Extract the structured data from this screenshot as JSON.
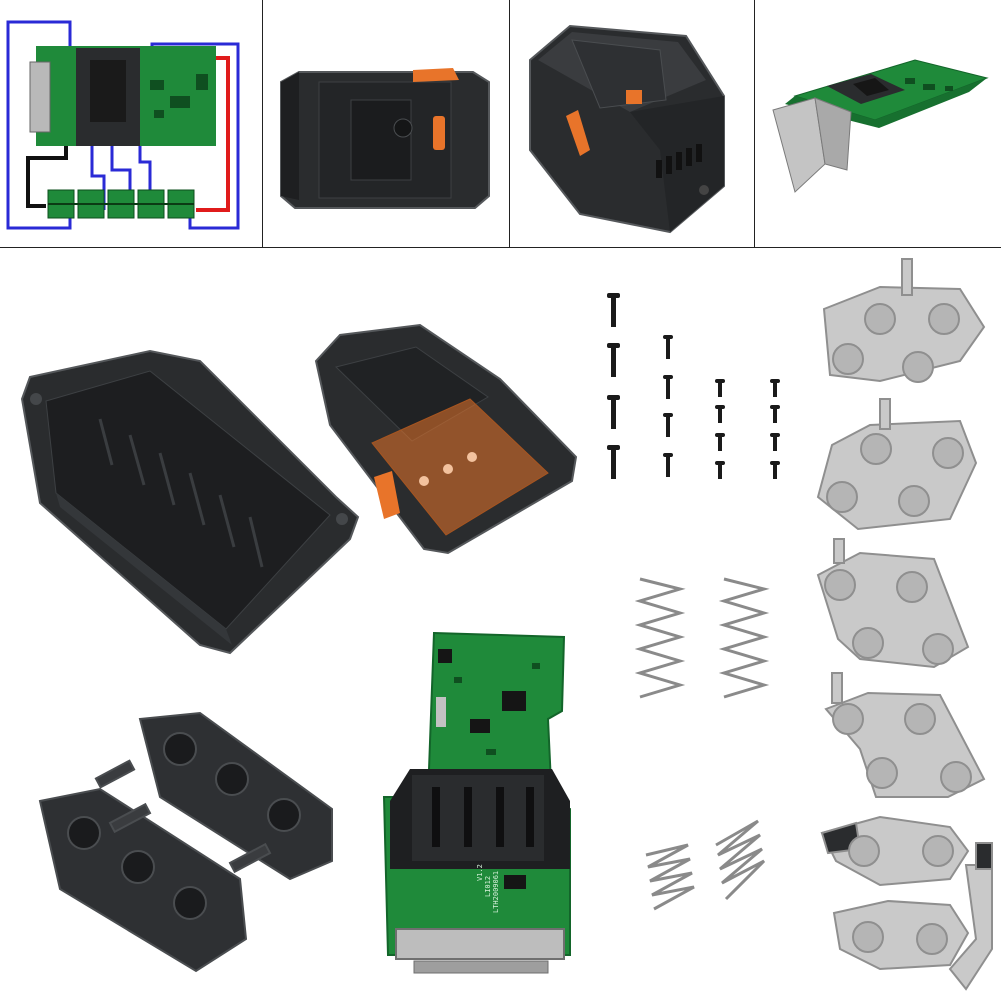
{
  "image": {
    "description_free": true
  },
  "top_row": {
    "panels": [
      {
        "id": "wiring-diagram"
      },
      {
        "id": "battery-back"
      },
      {
        "id": "battery-3q"
      },
      {
        "id": "pcb-with-connector"
      }
    ]
  },
  "pcb_markings": {
    "line1": "V1.2",
    "line2": "LI012",
    "line3": "LTH2009061"
  },
  "colors": {
    "pcb_green": "#1f8a3a",
    "pcb_dark": "#13652a",
    "housing_black": "#2a2c2e",
    "housing_edge": "#4a4d50",
    "accent_orange": "#e8742a",
    "metal": "#c9c9c9",
    "wire_red": "#e01b1b",
    "wire_blue": "#2a2ad6",
    "wire_black": "#111111"
  },
  "parts": {
    "screws_count": 16,
    "springs_count": 4,
    "nickel_strips_count": 6
  }
}
